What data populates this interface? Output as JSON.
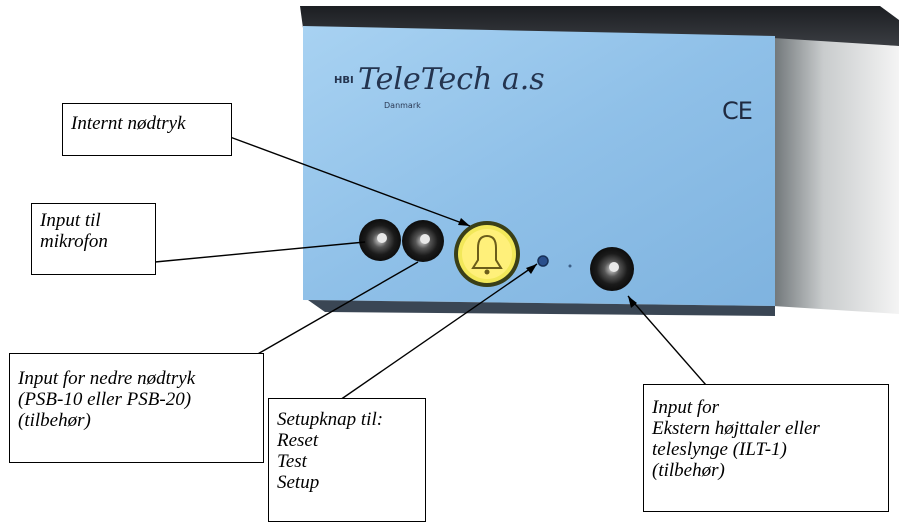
{
  "device": {
    "logo_prefix": "HBI",
    "logo_text": "TeleTech a.s",
    "logo_subtitle": "Danmark",
    "ce_mark": "CE",
    "panel_color": "#8fc0e8",
    "button_color": "#f2e85a"
  },
  "callouts": {
    "internal_alarm": {
      "lines": [
        "Internt nødtryk"
      ]
    },
    "microphone_input": {
      "lines": [
        "Input til",
        "mikrofon"
      ]
    },
    "lower_alarm_input": {
      "lines": [
        "Input for nedre nødtryk",
        "(PSB-10 eller PSB-20)",
        "(tilbehør)"
      ]
    },
    "setup_button": {
      "lines": [
        "Setupknap til:",
        "Reset",
        "Test",
        "Setup"
      ]
    },
    "speaker_input": {
      "lines": [
        "Input for",
        "Ekstern højttaler eller",
        "teleslynge (ILT-1)",
        "(tilbehør)"
      ]
    }
  }
}
